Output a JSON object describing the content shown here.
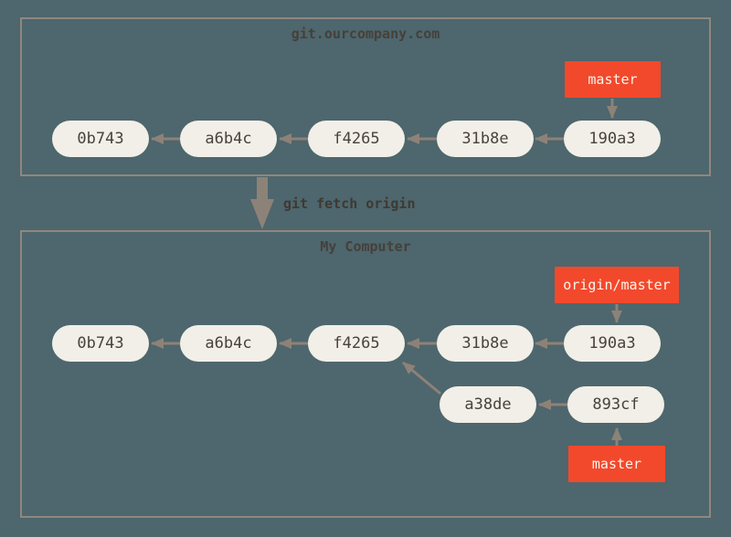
{
  "remote": {
    "title": "git.ourcompany.com",
    "commits": [
      "0b743",
      "a6b4c",
      "f4265",
      "31b8e",
      "190a3"
    ],
    "branch_label": "master",
    "edges": [
      "a6b4c -> 0b743",
      "f4265 -> a6b4c",
      "31b8e -> f4265",
      "190a3 -> 31b8e",
      "master -> 190a3"
    ]
  },
  "command": {
    "label": "git fetch origin"
  },
  "local": {
    "title": "My Computer",
    "commits": [
      "0b743",
      "a6b4c",
      "f4265",
      "31b8e",
      "190a3"
    ],
    "branch_commits": [
      "a38de",
      "893cf"
    ],
    "remote_branch_label": "origin/master",
    "branch_label": "master",
    "edges": [
      "a6b4c -> 0b743",
      "f4265 -> a6b4c",
      "31b8e -> f4265",
      "190a3 -> 31b8e",
      "a38de -> f4265",
      "893cf -> a38de",
      "origin/master -> 190a3",
      "master -> 893cf"
    ]
  },
  "colors": {
    "background": "#4e666d",
    "box_border": "#8e8880",
    "commit_fill": "#f1efe8",
    "commit_text": "#48423c",
    "branch_fill": "#f2492c",
    "branch_text": "#fdf5ee",
    "arrow": "#8d8277",
    "label_text": "#46403a"
  }
}
